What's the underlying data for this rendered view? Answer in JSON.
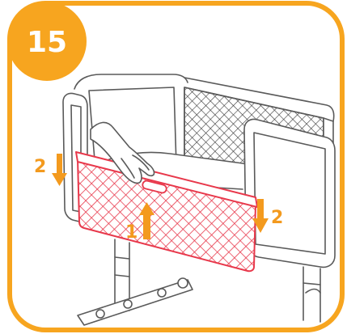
{
  "step": {
    "number": "15"
  },
  "labels": {
    "left_arrow_num": "2",
    "center_arrow_num": "1",
    "right_arrow_num": "2"
  },
  "colors": {
    "frame_orange": "#F7A51F",
    "arrow_orange": "#F39A1E",
    "highlight_red": "#E8384B",
    "line_gray": "#5A5A5A",
    "mesh_dark": "#3B3B3B"
  },
  "icons": {
    "hand": "hand-icon",
    "arrow_down": "arrow-down-icon",
    "arrow_up": "arrow-up-icon"
  }
}
